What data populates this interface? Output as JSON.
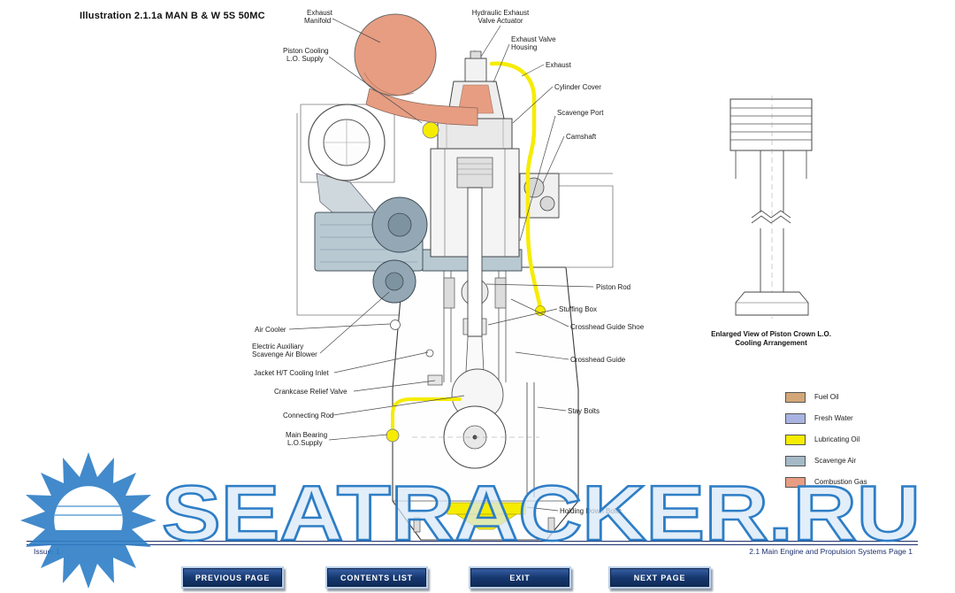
{
  "page": {
    "title": "Illustration 2.1.1a MAN B & W 5S 50MC"
  },
  "diagram": {
    "labels": {
      "exhaust_manifold": [
        "Exhaust",
        "Manifold"
      ],
      "piston_cooling_lo_supply": [
        "Piston Cooling",
        "L.O. Supply"
      ],
      "hydraulic_exhaust_valve_actuator": [
        "Hydraulic Exhaust",
        "Valve Actuator"
      ],
      "exhaust_valve_housing": [
        "Exhaust Valve",
        "Housing"
      ],
      "exhaust": "Exhaust",
      "cylinder_cover": "Cylinder Cover",
      "scavenge_port": "Scavenge Port",
      "camshaft": "Camshaft",
      "piston_rod": "Piston Rod",
      "stuffing_box": "Stuffing Box",
      "crosshead_guide_shoe": "Crosshead Guide Shoe",
      "crosshead_guide": "Crosshead Guide",
      "air_cooler": "Air Cooler",
      "electric_auxiliary_scavenge_air_blower": [
        "Electric Auxiliary",
        "Scavenge Air Blower"
      ],
      "jacket_ht_cooling_inlet": "Jacket H/T Cooling Inlet",
      "crankcase_relief_valve": "Crankcase Relief Valve",
      "connecting_rod": "Connecting Rod",
      "main_bearing_lo_supply": [
        "Main Bearing",
        "L.O.Supply"
      ],
      "stay_bolts": "Stay Bolts",
      "holding_down_bolts": "Holding Down Bolts"
    },
    "enlarged_view_caption": [
      "Enlarged View of Piston Crown L.O.",
      "Cooling Arrangement"
    ]
  },
  "legend": {
    "items": [
      {
        "label": "Fuel Oil",
        "color": "#d3a678"
      },
      {
        "label": "Fresh Water",
        "color": "#a9b3e1"
      },
      {
        "label": "Lubricating Oil",
        "color": "#f6ec00"
      },
      {
        "label": "Scavenge Air",
        "color": "#a4bac6"
      },
      {
        "label": "Combustion Gas",
        "color": "#e79d82"
      }
    ]
  },
  "watermark": {
    "text": "SEATRACKER.RU",
    "color": "#2e7ec6"
  },
  "footer": {
    "issue": "Issue: 1",
    "section": "2.1 Main Engine and Propulsion Systems Page 1"
  },
  "nav": {
    "previous": "PREVIOUS PAGE",
    "contents": "CONTENTS LIST",
    "exit": "EXIT",
    "next": "NEXT PAGE"
  }
}
